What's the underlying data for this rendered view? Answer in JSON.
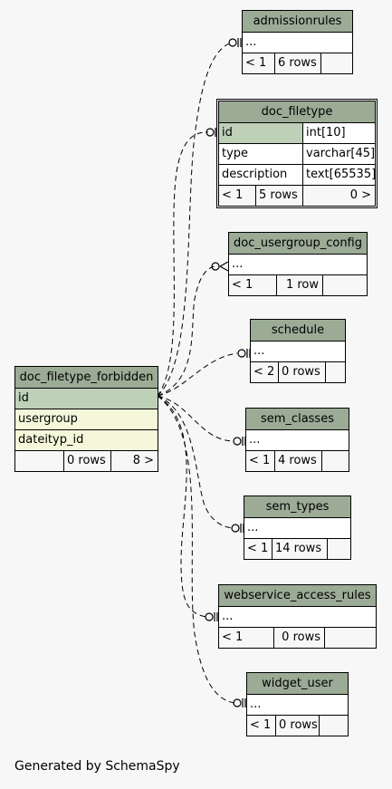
{
  "center_table": {
    "name": "doc_filetype_forbidden",
    "columns": [
      "id",
      "usergroup",
      "dateityp_id"
    ],
    "footer": [
      "",
      "0 rows",
      "8 >"
    ]
  },
  "related_tables": [
    {
      "key": "admissionrules",
      "name": "admissionrules",
      "rows": [
        "..."
      ],
      "footer": [
        "< 1",
        "6 rows",
        ""
      ]
    },
    {
      "key": "doc_filetype",
      "name": "doc_filetype",
      "rows": [
        [
          "id",
          "int[10]"
        ],
        [
          "type",
          "varchar[45]"
        ],
        [
          "description",
          "text[65535]"
        ]
      ],
      "footer": [
        "< 1",
        "5 rows",
        "0 >"
      ]
    },
    {
      "key": "doc_usergroup_config",
      "name": "doc_usergroup_config",
      "rows": [
        "..."
      ],
      "footer": [
        "< 1",
        "1 row",
        ""
      ]
    },
    {
      "key": "schedule",
      "name": "schedule",
      "rows": [
        "..."
      ],
      "footer": [
        "< 2",
        "0 rows",
        ""
      ]
    },
    {
      "key": "sem_classes",
      "name": "sem_classes",
      "rows": [
        "..."
      ],
      "footer": [
        "< 1",
        "4 rows",
        ""
      ]
    },
    {
      "key": "sem_types",
      "name": "sem_types",
      "rows": [
        "..."
      ],
      "footer": [
        "< 1",
        "14 rows",
        ""
      ]
    },
    {
      "key": "webservice_access_rules",
      "name": "webservice_access_rules",
      "rows": [
        "..."
      ],
      "footer": [
        "< 1",
        "0 rows",
        ""
      ]
    },
    {
      "key": "widget_user",
      "name": "widget_user",
      "rows": [
        "..."
      ],
      "footer": [
        "< 1",
        "0 rows",
        ""
      ]
    }
  ],
  "footer_text": "Generated by SchemaSpy",
  "colors": {
    "header": "#9bab96",
    "primary_key": "#bed1b8",
    "column": "#f4f7da",
    "background": "#f7f7f7"
  }
}
